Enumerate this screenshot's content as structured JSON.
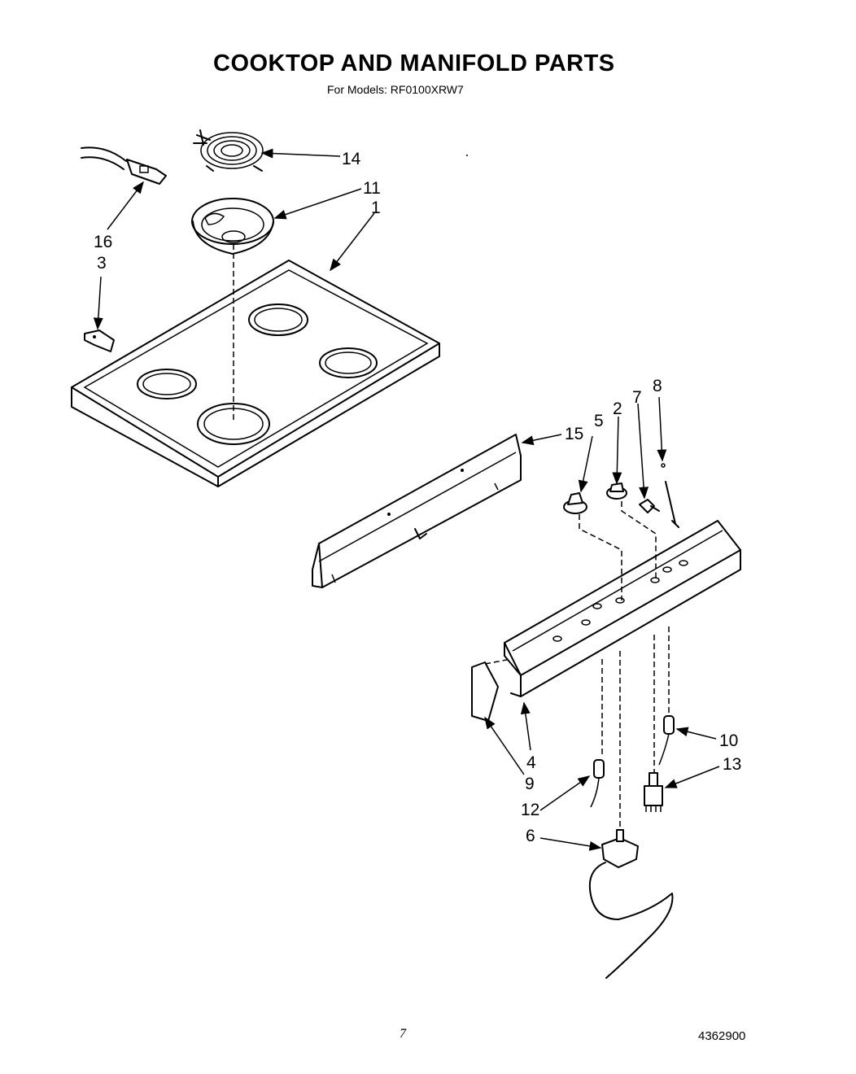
{
  "title": "COOKTOP AND MANIFOLD PARTS",
  "subtitle": "For Models: RF0100XRW7",
  "page_number": "7",
  "document_code": "4362900",
  "callouts": {
    "c14": "14",
    "c11": "11",
    "c1": "1",
    "c16": "16",
    "c3": "3",
    "c15": "15",
    "c5": "5",
    "c2": "2",
    "c7": "7",
    "c8": "8",
    "c10": "10",
    "c13": "13",
    "c4": "4",
    "c9": "9",
    "c12": "12",
    "c6": "6"
  }
}
